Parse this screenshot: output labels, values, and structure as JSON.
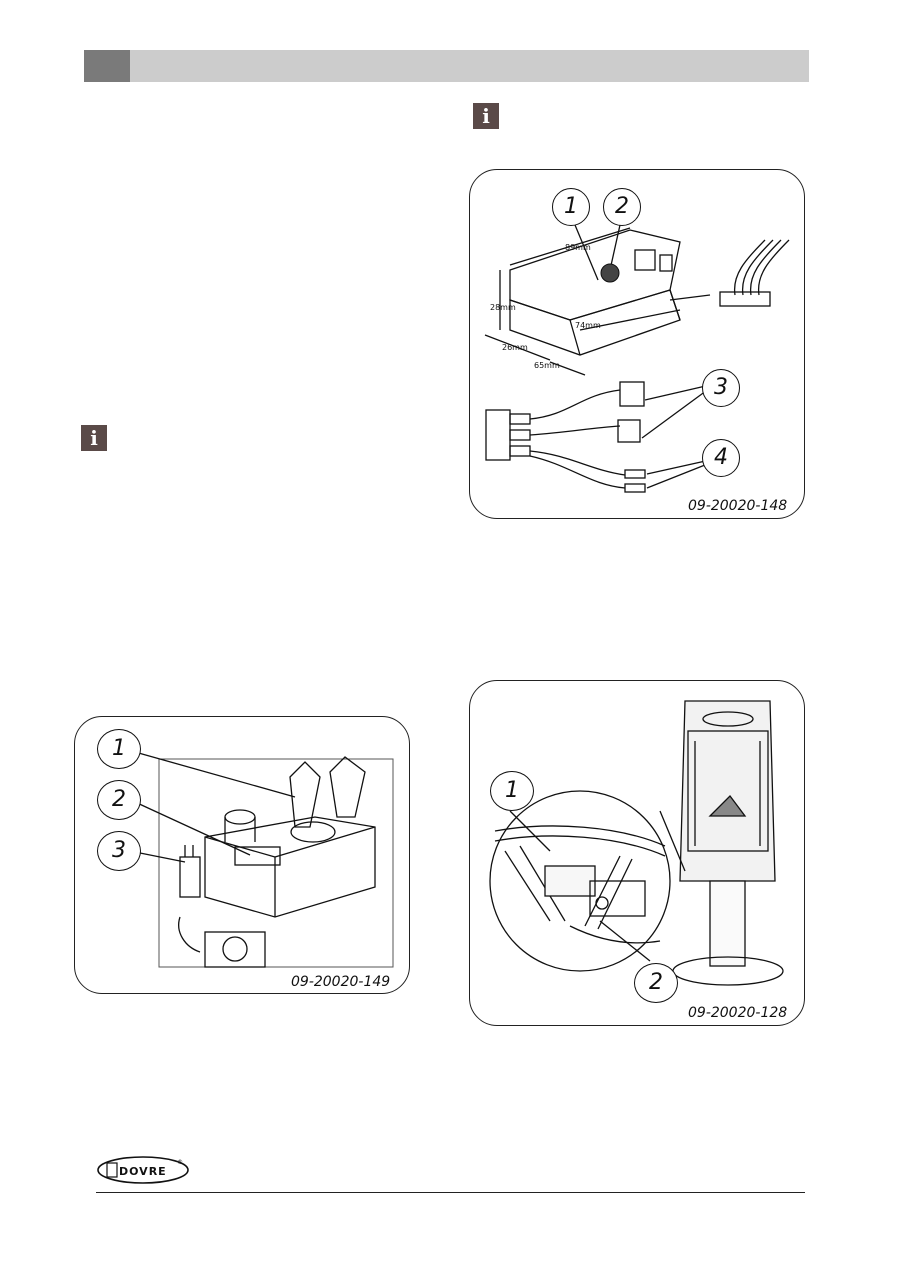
{
  "figures": {
    "fig148": {
      "code": "09-20020-148",
      "callouts": [
        "1",
        "2",
        "3",
        "4"
      ],
      "dims": [
        "89mm",
        "74mm",
        "26mm",
        "65mm",
        "28mm"
      ]
    },
    "fig149": {
      "code": "09-20020-149",
      "callouts": [
        "1",
        "2",
        "3"
      ]
    },
    "fig128": {
      "code": "09-20020-128",
      "callouts": [
        "1",
        "2"
      ]
    }
  },
  "info_icon_glyph": "i",
  "logo": {
    "text": "DOVRE",
    "registered": "®"
  },
  "colors": {
    "header_bar": "#cccccc",
    "header_block": "#7a7a7a",
    "info_icon": "#5a4a48"
  }
}
